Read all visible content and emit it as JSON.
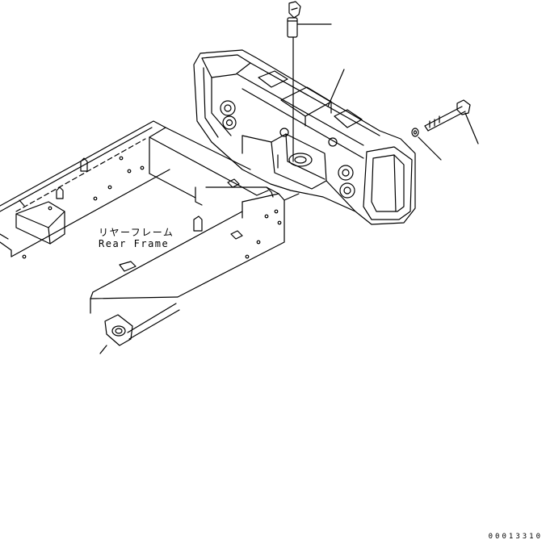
{
  "frame_label": {
    "japanese": "リヤーフレーム",
    "english": "Rear Frame"
  },
  "drawing_number": "00013310",
  "colors": {
    "line": "#000000",
    "background": "#ffffff"
  }
}
